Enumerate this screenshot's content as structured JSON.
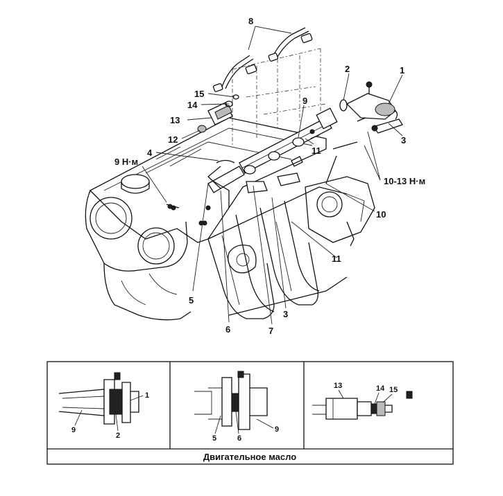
{
  "main": {
    "callouts": {
      "c1": "1",
      "c2": "2",
      "c3a": "3",
      "c3b": "3",
      "c4": "4",
      "c5": "5",
      "c6": "6",
      "c7": "7",
      "c8": "8",
      "c9": "9",
      "c10": "10",
      "c11a": "11",
      "c11b": "11",
      "c12": "12",
      "c13": "13",
      "c14": "14",
      "c15": "15"
    },
    "torque_9": "9 Н·м",
    "torque_10_13": "10-13 Н·м"
  },
  "details": {
    "panel1": {
      "l1": "1",
      "l2": "2",
      "l9": "9"
    },
    "panel2": {
      "l5": "5",
      "l6": "6",
      "l9": "9"
    },
    "panel3": {
      "l13": "13",
      "l14": "14",
      "l15": "15"
    },
    "caption": "Двигательное масло"
  }
}
